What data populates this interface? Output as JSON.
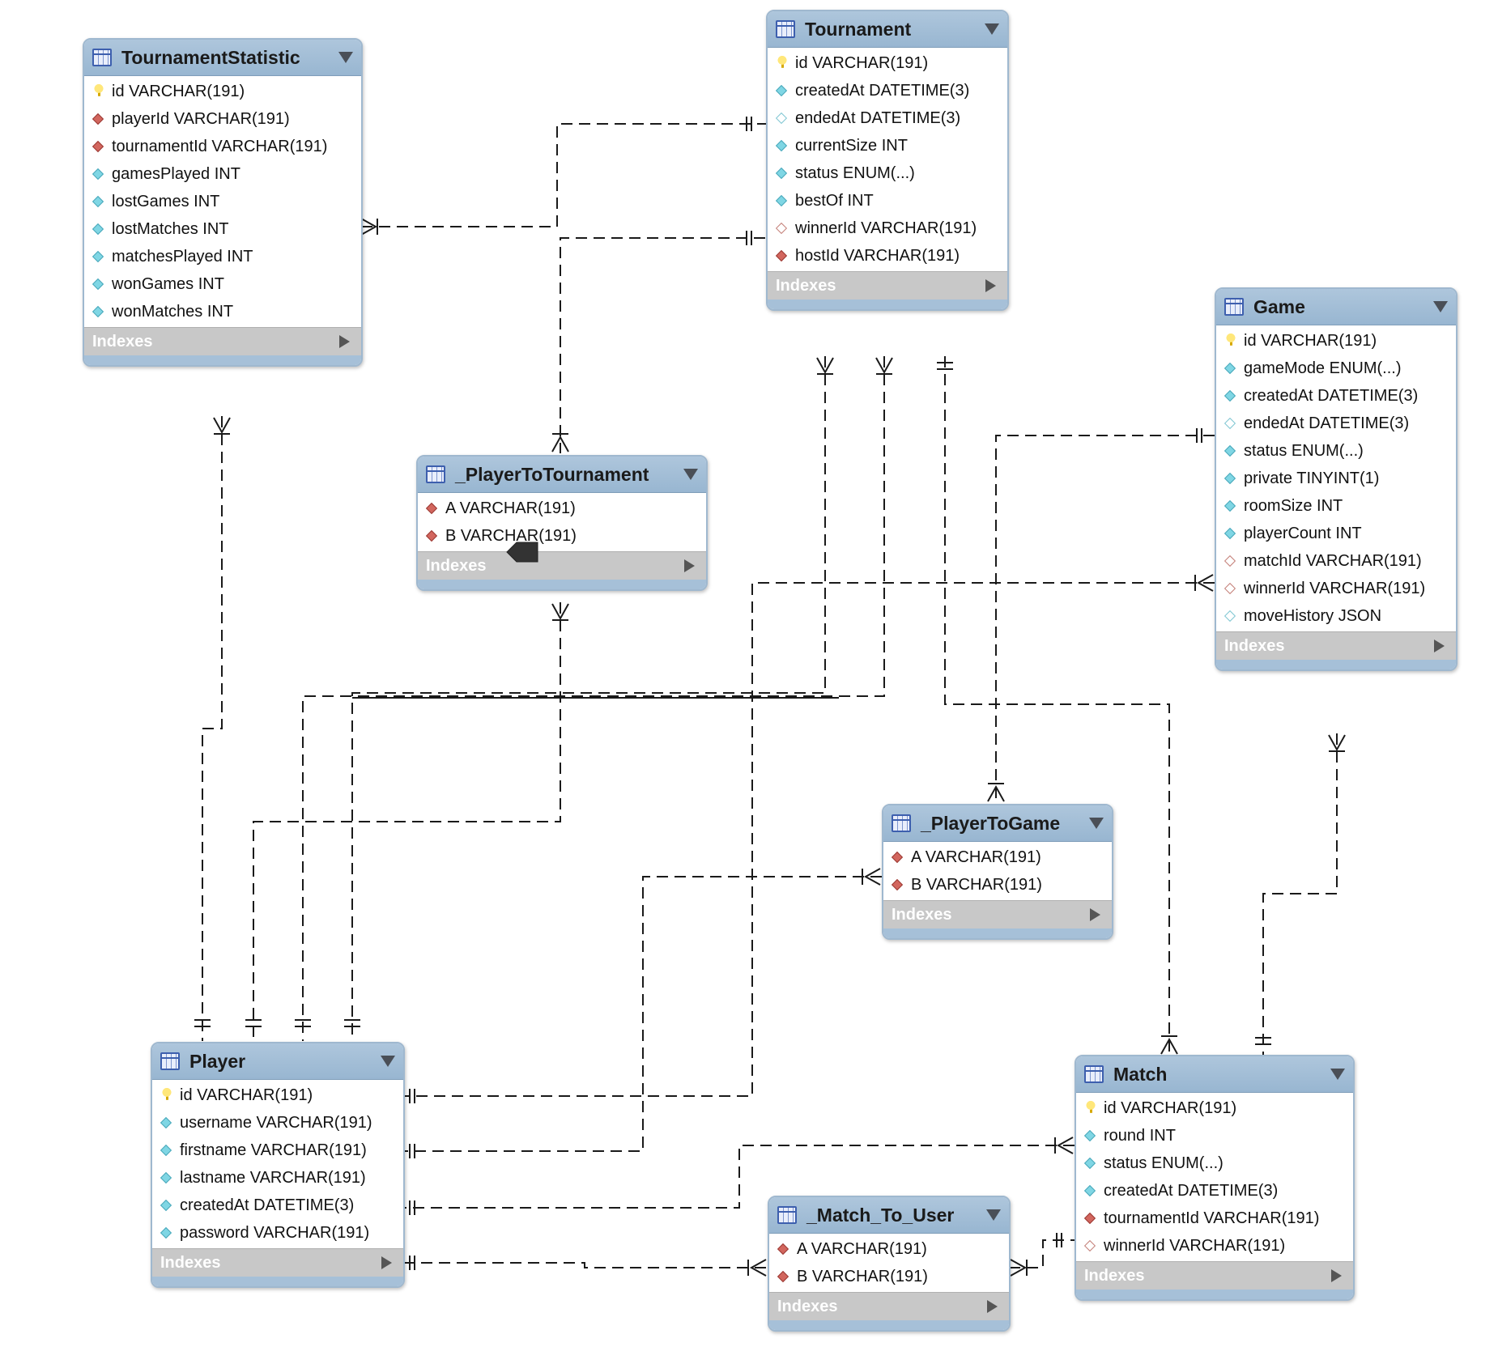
{
  "tables": {
    "tournament_statistic": {
      "title": "TournamentStatistic",
      "columns": [
        {
          "text": "id VARCHAR(191)",
          "icon": "primary-key-icon"
        },
        {
          "text": "playerId VARCHAR(191)",
          "icon": "foreign-key-icon"
        },
        {
          "text": "tournamentId VARCHAR(191)",
          "icon": "foreign-key-icon"
        },
        {
          "text": "gamesPlayed INT",
          "icon": "column-icon"
        },
        {
          "text": "lostGames INT",
          "icon": "column-icon"
        },
        {
          "text": "lostMatches INT",
          "icon": "column-icon"
        },
        {
          "text": "matchesPlayed INT",
          "icon": "column-icon"
        },
        {
          "text": "wonGames INT",
          "icon": "column-icon"
        },
        {
          "text": "wonMatches INT",
          "icon": "column-icon"
        }
      ],
      "indexes_label": "Indexes"
    },
    "tournament": {
      "title": "Tournament",
      "columns": [
        {
          "text": "id VARCHAR(191)",
          "icon": "primary-key-icon"
        },
        {
          "text": "createdAt DATETIME(3)",
          "icon": "column-icon"
        },
        {
          "text": "endedAt DATETIME(3)",
          "icon": "nullable-column-icon"
        },
        {
          "text": "currentSize INT",
          "icon": "column-icon"
        },
        {
          "text": "status ENUM(...)",
          "icon": "column-icon"
        },
        {
          "text": "bestOf INT",
          "icon": "column-icon"
        },
        {
          "text": "winnerId VARCHAR(191)",
          "icon": "nullable-foreign-key-icon"
        },
        {
          "text": "hostId VARCHAR(191)",
          "icon": "foreign-key-icon"
        }
      ],
      "indexes_label": "Indexes"
    },
    "game": {
      "title": "Game",
      "columns": [
        {
          "text": "id VARCHAR(191)",
          "icon": "primary-key-icon"
        },
        {
          "text": "gameMode ENUM(...)",
          "icon": "column-icon"
        },
        {
          "text": "createdAt DATETIME(3)",
          "icon": "column-icon"
        },
        {
          "text": "endedAt DATETIME(3)",
          "icon": "nullable-column-icon"
        },
        {
          "text": "status ENUM(...)",
          "icon": "column-icon"
        },
        {
          "text": "private TINYINT(1)",
          "icon": "column-icon"
        },
        {
          "text": "roomSize INT",
          "icon": "column-icon"
        },
        {
          "text": "playerCount INT",
          "icon": "column-icon"
        },
        {
          "text": "matchId VARCHAR(191)",
          "icon": "nullable-foreign-key-icon"
        },
        {
          "text": "winnerId VARCHAR(191)",
          "icon": "nullable-foreign-key-icon"
        },
        {
          "text": "moveHistory JSON",
          "icon": "nullable-column-icon"
        }
      ],
      "indexes_label": "Indexes"
    },
    "player_to_tournament": {
      "title": "_PlayerToTournament",
      "columns": [
        {
          "text": "A VARCHAR(191)",
          "icon": "foreign-key-icon"
        },
        {
          "text": "B VARCHAR(191)",
          "icon": "foreign-key-icon"
        }
      ],
      "indexes_label": "Indexes"
    },
    "player_to_game": {
      "title": "_PlayerToGame",
      "columns": [
        {
          "text": "A VARCHAR(191)",
          "icon": "foreign-key-icon"
        },
        {
          "text": "B VARCHAR(191)",
          "icon": "foreign-key-icon"
        }
      ],
      "indexes_label": "Indexes"
    },
    "player": {
      "title": "Player",
      "columns": [
        {
          "text": "id VARCHAR(191)",
          "icon": "primary-key-icon"
        },
        {
          "text": "username VARCHAR(191)",
          "icon": "column-icon"
        },
        {
          "text": "firstname VARCHAR(191)",
          "icon": "column-icon"
        },
        {
          "text": "lastname VARCHAR(191)",
          "icon": "column-icon"
        },
        {
          "text": "createdAt DATETIME(3)",
          "icon": "column-icon"
        },
        {
          "text": "password VARCHAR(191)",
          "icon": "column-icon"
        }
      ],
      "indexes_label": "Indexes"
    },
    "match_to_user": {
      "title": "_Match_To_User",
      "columns": [
        {
          "text": "A VARCHAR(191)",
          "icon": "foreign-key-icon"
        },
        {
          "text": "B VARCHAR(191)",
          "icon": "foreign-key-icon"
        }
      ],
      "indexes_label": "Indexes"
    },
    "match": {
      "title": "Match",
      "columns": [
        {
          "text": "id VARCHAR(191)",
          "icon": "primary-key-icon"
        },
        {
          "text": "round INT",
          "icon": "column-icon"
        },
        {
          "text": "status ENUM(...)",
          "icon": "column-icon"
        },
        {
          "text": "createdAt DATETIME(3)",
          "icon": "column-icon"
        },
        {
          "text": "tournamentId VARCHAR(191)",
          "icon": "foreign-key-icon"
        },
        {
          "text": "winnerId VARCHAR(191)",
          "icon": "nullable-foreign-key-icon"
        }
      ],
      "indexes_label": "Indexes"
    }
  },
  "colors": {
    "header": "#a6c0d8",
    "indexes_bar": "#c8c8c8",
    "foreign_key": "#d2665e",
    "column": "#7fd6e4",
    "primary_key": "#f2c200"
  }
}
